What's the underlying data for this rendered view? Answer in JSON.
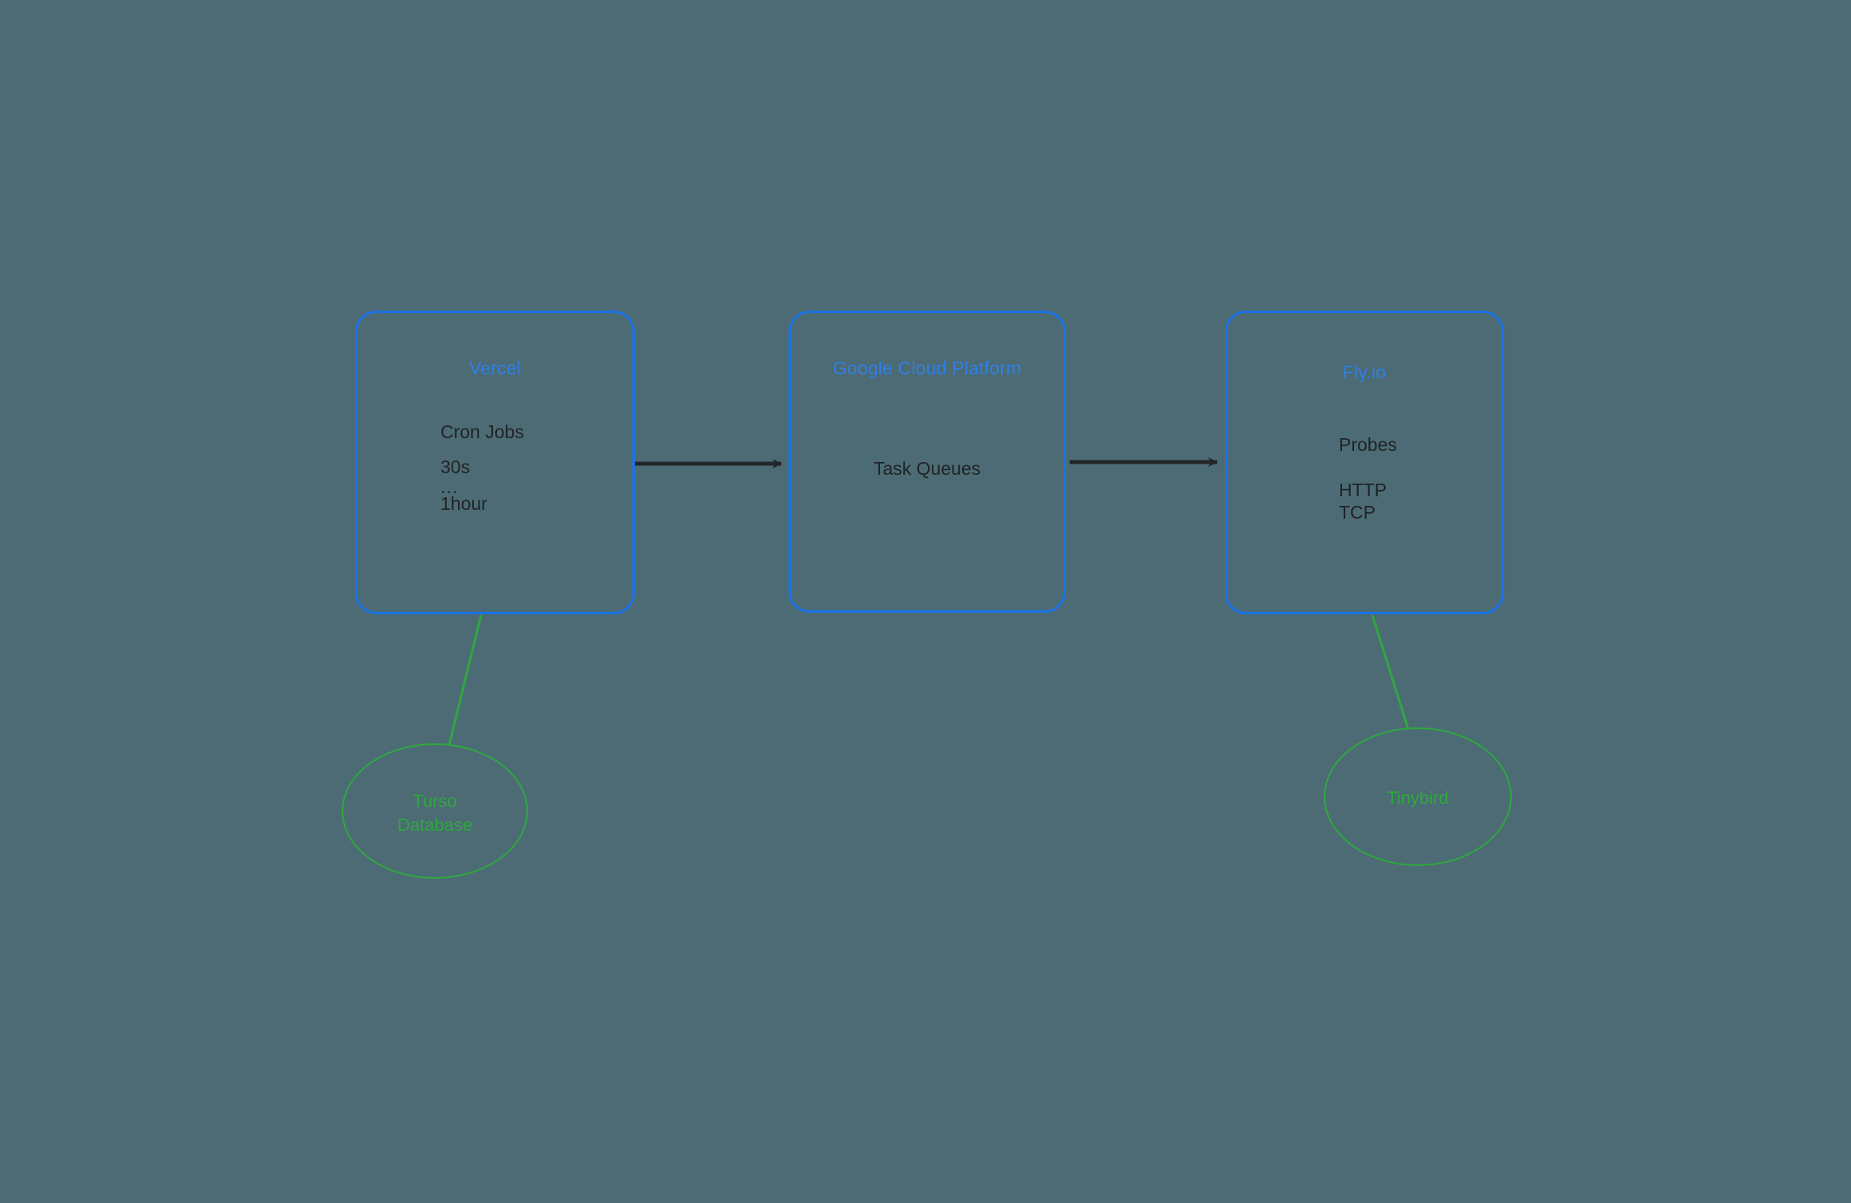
{
  "diagram": {
    "background_color": "#4d6b74",
    "box_border_color": "#1a73e8",
    "box_title_color": "#2f7fe8",
    "body_text_color": "#1f2326",
    "ellipse_color": "#2ea83f",
    "arrow_color": "#222629"
  },
  "nodes": [
    {
      "id": "vercel",
      "title": "Vercel",
      "lines": [
        "Cron Jobs",
        "30s",
        "...",
        "1hour"
      ]
    },
    {
      "id": "gcp",
      "title": "Google Cloud Platform",
      "lines": [
        "Task Queues"
      ]
    },
    {
      "id": "fly",
      "title": "Fly.io",
      "lines": [
        "Probes",
        "HTTP",
        "TCP"
      ]
    }
  ],
  "datastores": [
    {
      "id": "turso",
      "label_line1": "Turso",
      "label_line2": "Database"
    },
    {
      "id": "tinybird",
      "label_line1": "Tinybird",
      "label_line2": ""
    }
  ],
  "connectors": [
    {
      "id": "vercel-to-gcp",
      "kind": "arrow"
    },
    {
      "id": "gcp-to-fly",
      "kind": "arrow"
    },
    {
      "id": "vercel-to-turso",
      "kind": "line"
    },
    {
      "id": "fly-to-tinybird",
      "kind": "line"
    }
  ]
}
